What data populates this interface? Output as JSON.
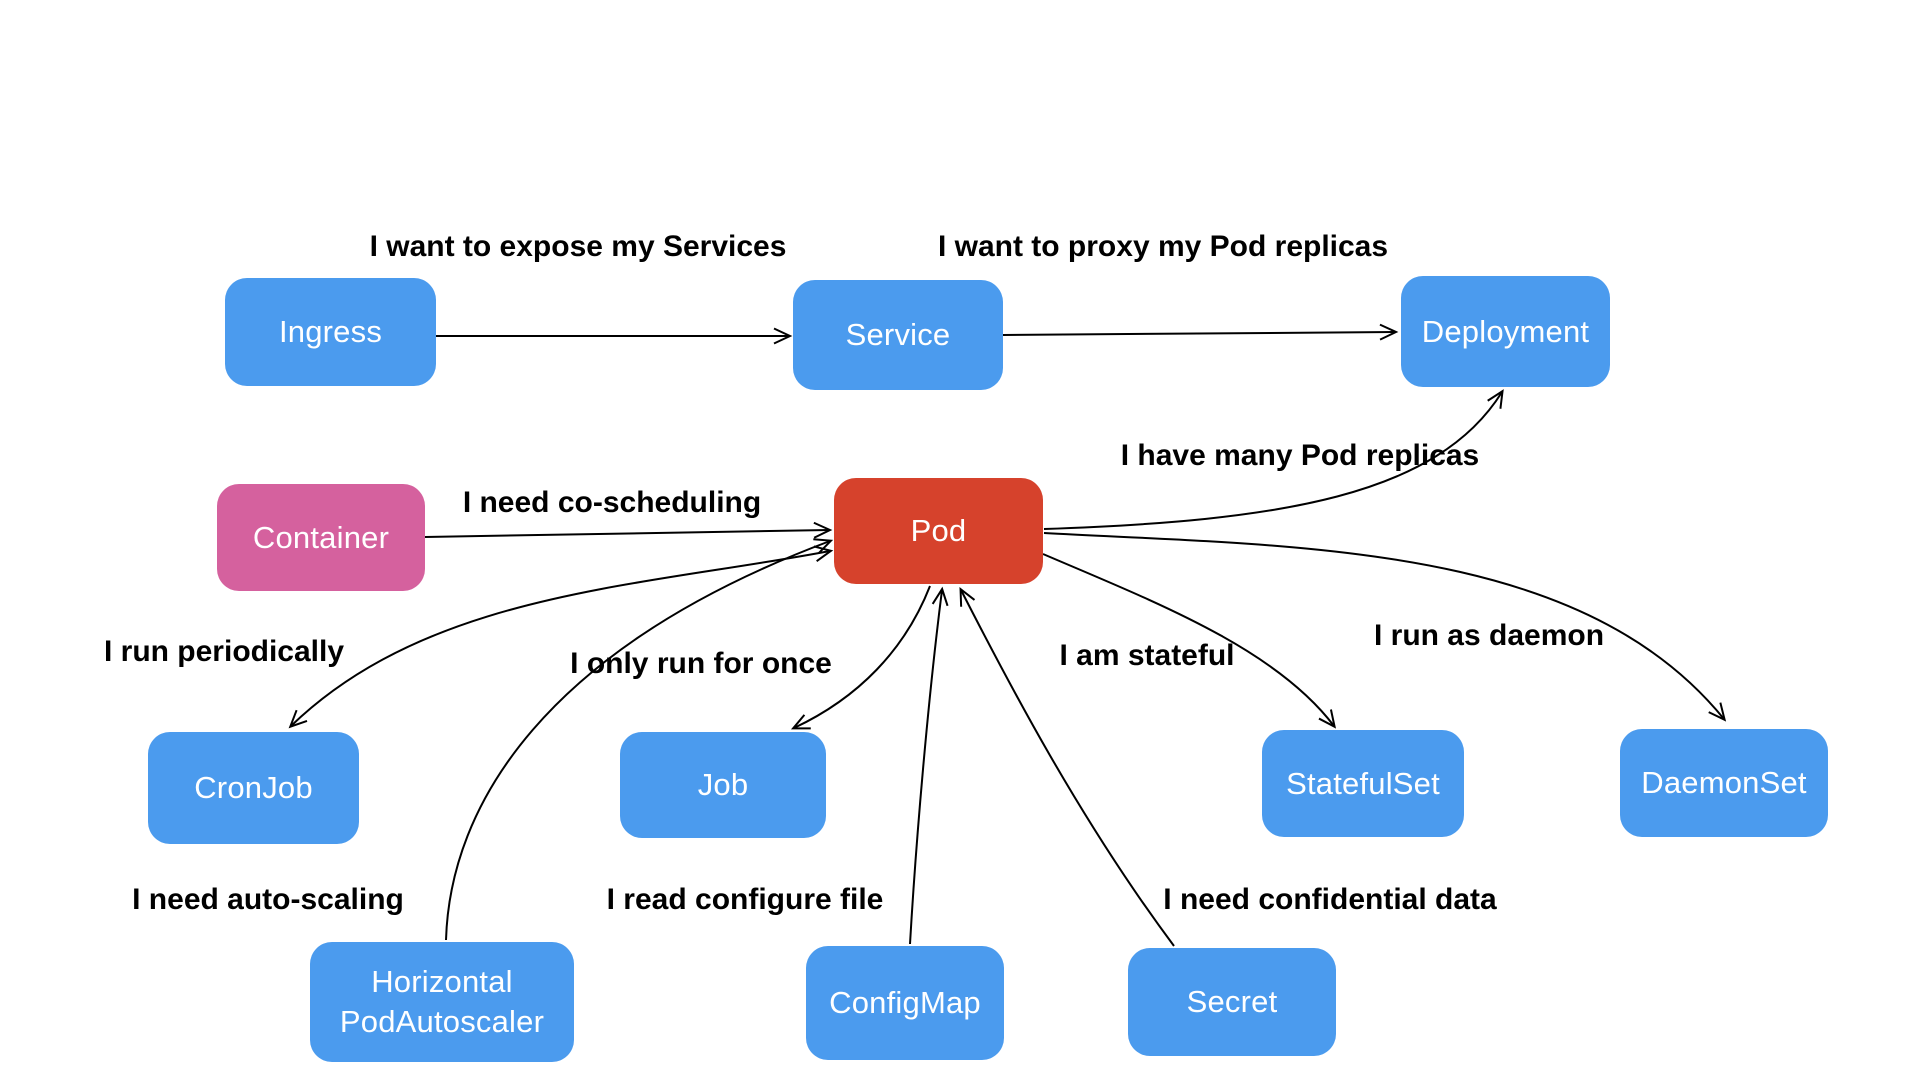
{
  "diagram_type": "kubernetes-resource-relationship-diagram",
  "colors": {
    "background": "#ffffff",
    "node_blue": "#4b9bee",
    "node_pink": "#d5619e",
    "node_red": "#d6422c",
    "node_text": "#ffffff",
    "label_text": "#000000",
    "arrow": "#000000"
  },
  "nodes": {
    "ingress": {
      "label": "Ingress"
    },
    "service": {
      "label": "Service"
    },
    "deployment": {
      "label": "Deployment"
    },
    "container": {
      "label": "Container"
    },
    "pod": {
      "label": "Pod"
    },
    "cronjob": {
      "label": "CronJob"
    },
    "job": {
      "label": "Job"
    },
    "statefulset": {
      "label": "StatefulSet"
    },
    "daemonset": {
      "label": "DaemonSet"
    },
    "hpa": {
      "label": "Horizontal PodAutoscaler",
      "label_line1": "Horizontal",
      "label_line2": "PodAutoscaler"
    },
    "configmap": {
      "label": "ConfigMap"
    },
    "secret": {
      "label": "Secret"
    }
  },
  "edges": {
    "ingress_service": {
      "from": "Ingress",
      "to": "Service",
      "label": "I want to expose my Services",
      "bidirectional": false
    },
    "service_deployment": {
      "from": "Service",
      "to": "Deployment",
      "label": "I want to proxy my Pod replicas",
      "bidirectional": false
    },
    "container_pod": {
      "from": "Container",
      "to": "Pod",
      "label": "I need co-scheduling",
      "bidirectional": false
    },
    "pod_deployment": {
      "from": "Pod",
      "to": "Deployment",
      "label": "I have many Pod replicas",
      "bidirectional": false
    },
    "pod_cronjob": {
      "from": "Pod",
      "to": "CronJob",
      "label": "I run periodically",
      "bidirectional": true
    },
    "pod_job": {
      "from": "Pod",
      "to": "Job",
      "label": "I only run for once",
      "bidirectional": false
    },
    "hpa_pod": {
      "from": "HorizontalPodAutoscaler",
      "to": "Pod",
      "label": "I need auto-scaling",
      "bidirectional": false
    },
    "configmap_pod": {
      "from": "ConfigMap",
      "to": "Pod",
      "label": "I read configure file",
      "bidirectional": false
    },
    "secret_pod": {
      "from": "Secret",
      "to": "Pod",
      "label": "I need confidential data",
      "bidirectional": false
    },
    "pod_statefulset": {
      "from": "Pod",
      "to": "StatefulSet",
      "label": "I am stateful",
      "bidirectional": false
    },
    "pod_daemonset": {
      "from": "Pod",
      "to": "DaemonSet",
      "label": "I run as daemon",
      "bidirectional": false
    }
  }
}
